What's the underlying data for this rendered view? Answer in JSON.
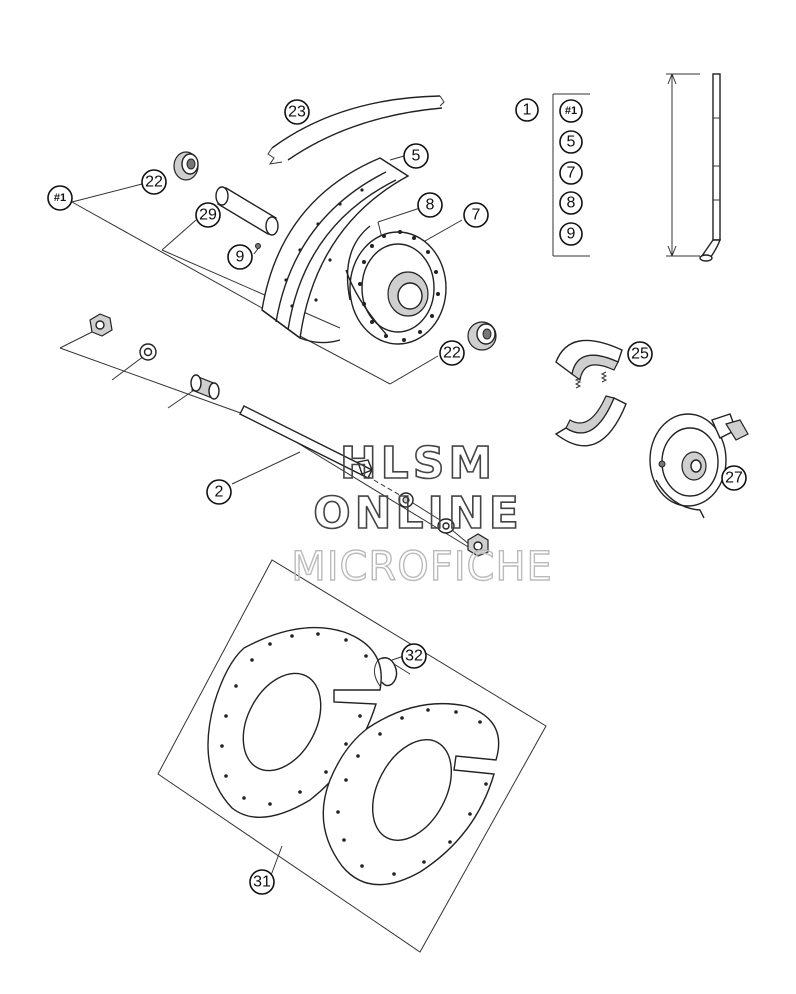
{
  "callouts": {
    "c23": "23",
    "c5": "5",
    "c8": "8",
    "c7": "7",
    "c22a": "22",
    "c22b": "22",
    "c29": "29",
    "c9": "9",
    "c1": "#1",
    "c2": "2",
    "c25": "25",
    "c27": "27",
    "c32": "32",
    "c31": "31"
  },
  "kit_legend": {
    "kit_number": "1",
    "items": [
      "#1",
      "5",
      "7",
      "8",
      "9"
    ]
  },
  "watermark": {
    "line1": "HLSM",
    "line2": "ONLINE",
    "line3": "MICROFICHE"
  }
}
